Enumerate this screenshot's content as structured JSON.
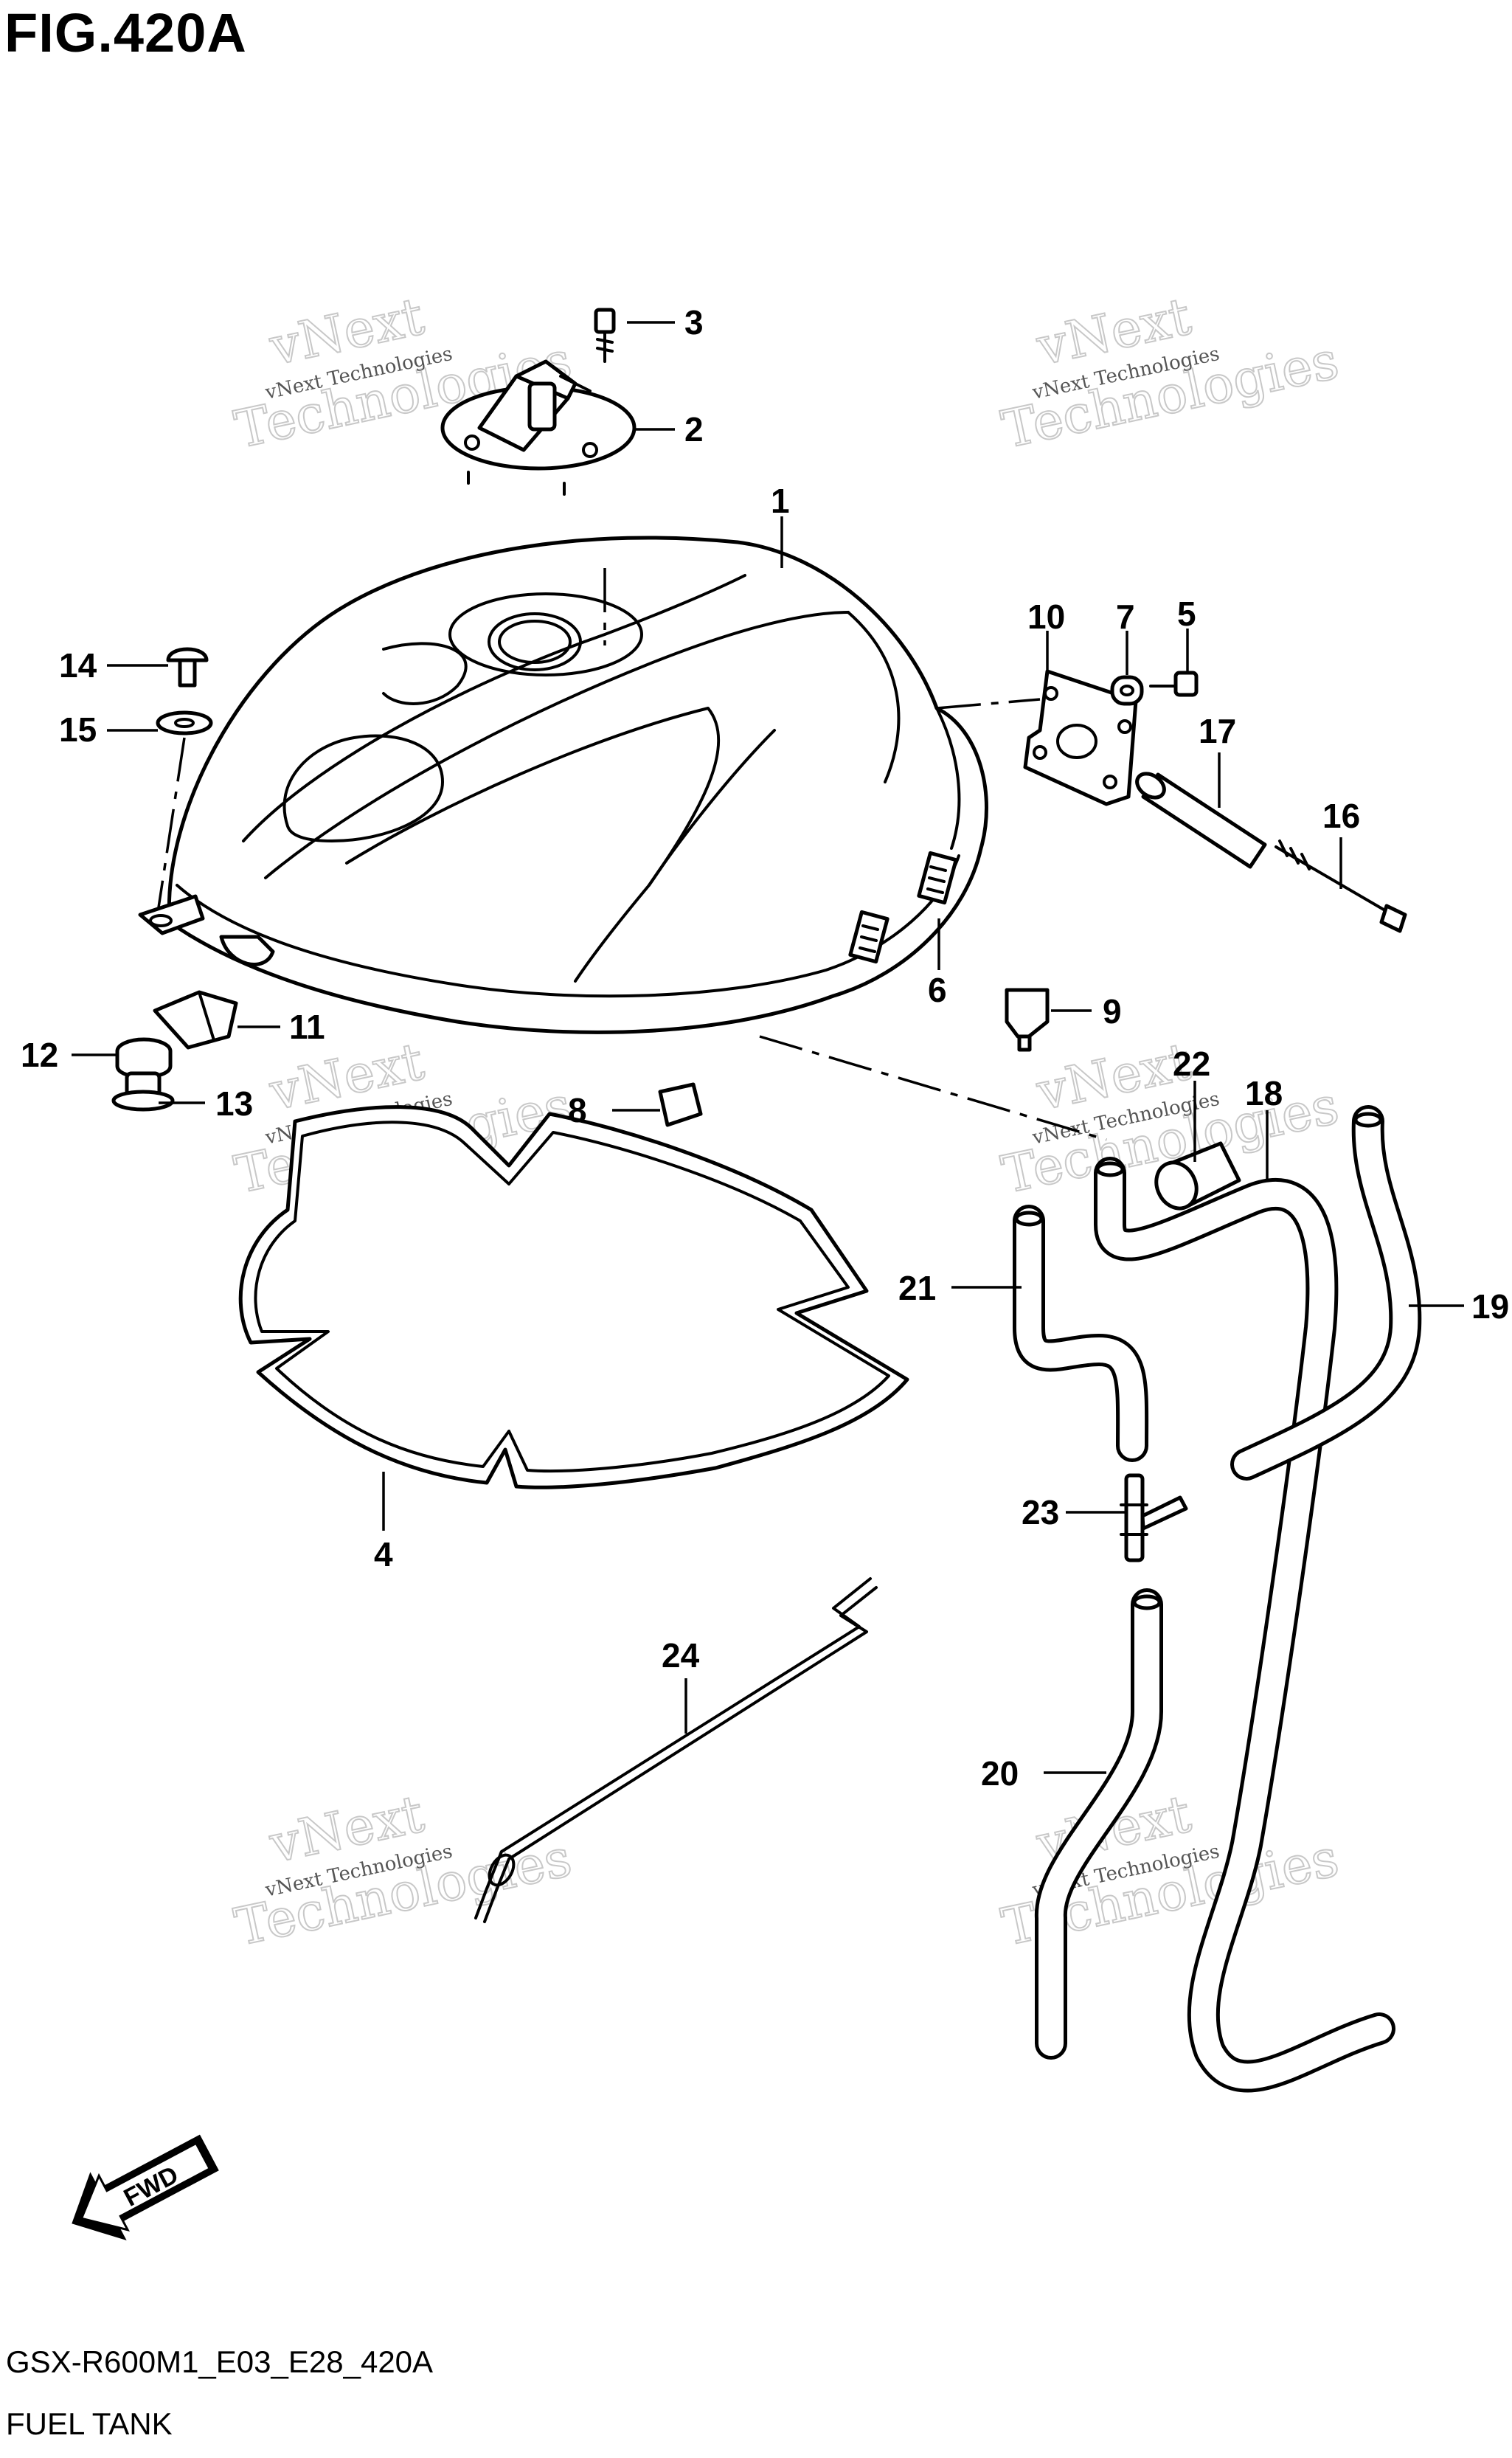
{
  "figure": {
    "title": "FIG.420A",
    "model_code": "GSX-R600M1_E03_E28_420A",
    "caption": "FUEL TANK"
  },
  "watermark": {
    "line1": "vNext Technologies",
    "line2": "vNext",
    "line3": "Technologies"
  },
  "direction_badge": {
    "label": "FWD",
    "icon": "fwd-arrow-icon"
  },
  "callouts": [
    {
      "id": "1",
      "label": "1"
    },
    {
      "id": "2",
      "label": "2"
    },
    {
      "id": "3",
      "label": "3"
    },
    {
      "id": "4",
      "label": "4"
    },
    {
      "id": "5",
      "label": "5"
    },
    {
      "id": "6",
      "label": "6"
    },
    {
      "id": "7",
      "label": "7"
    },
    {
      "id": "8",
      "label": "8"
    },
    {
      "id": "9",
      "label": "9"
    },
    {
      "id": "10",
      "label": "10"
    },
    {
      "id": "11",
      "label": "11"
    },
    {
      "id": "12",
      "label": "12"
    },
    {
      "id": "13",
      "label": "13"
    },
    {
      "id": "14",
      "label": "14"
    },
    {
      "id": "15",
      "label": "15"
    },
    {
      "id": "16",
      "label": "16"
    },
    {
      "id": "17",
      "label": "17"
    },
    {
      "id": "18",
      "label": "18"
    },
    {
      "id": "19",
      "label": "19"
    },
    {
      "id": "20",
      "label": "20"
    },
    {
      "id": "21",
      "label": "21"
    },
    {
      "id": "22",
      "label": "22"
    },
    {
      "id": "23",
      "label": "23"
    },
    {
      "id": "24",
      "label": "24"
    }
  ]
}
